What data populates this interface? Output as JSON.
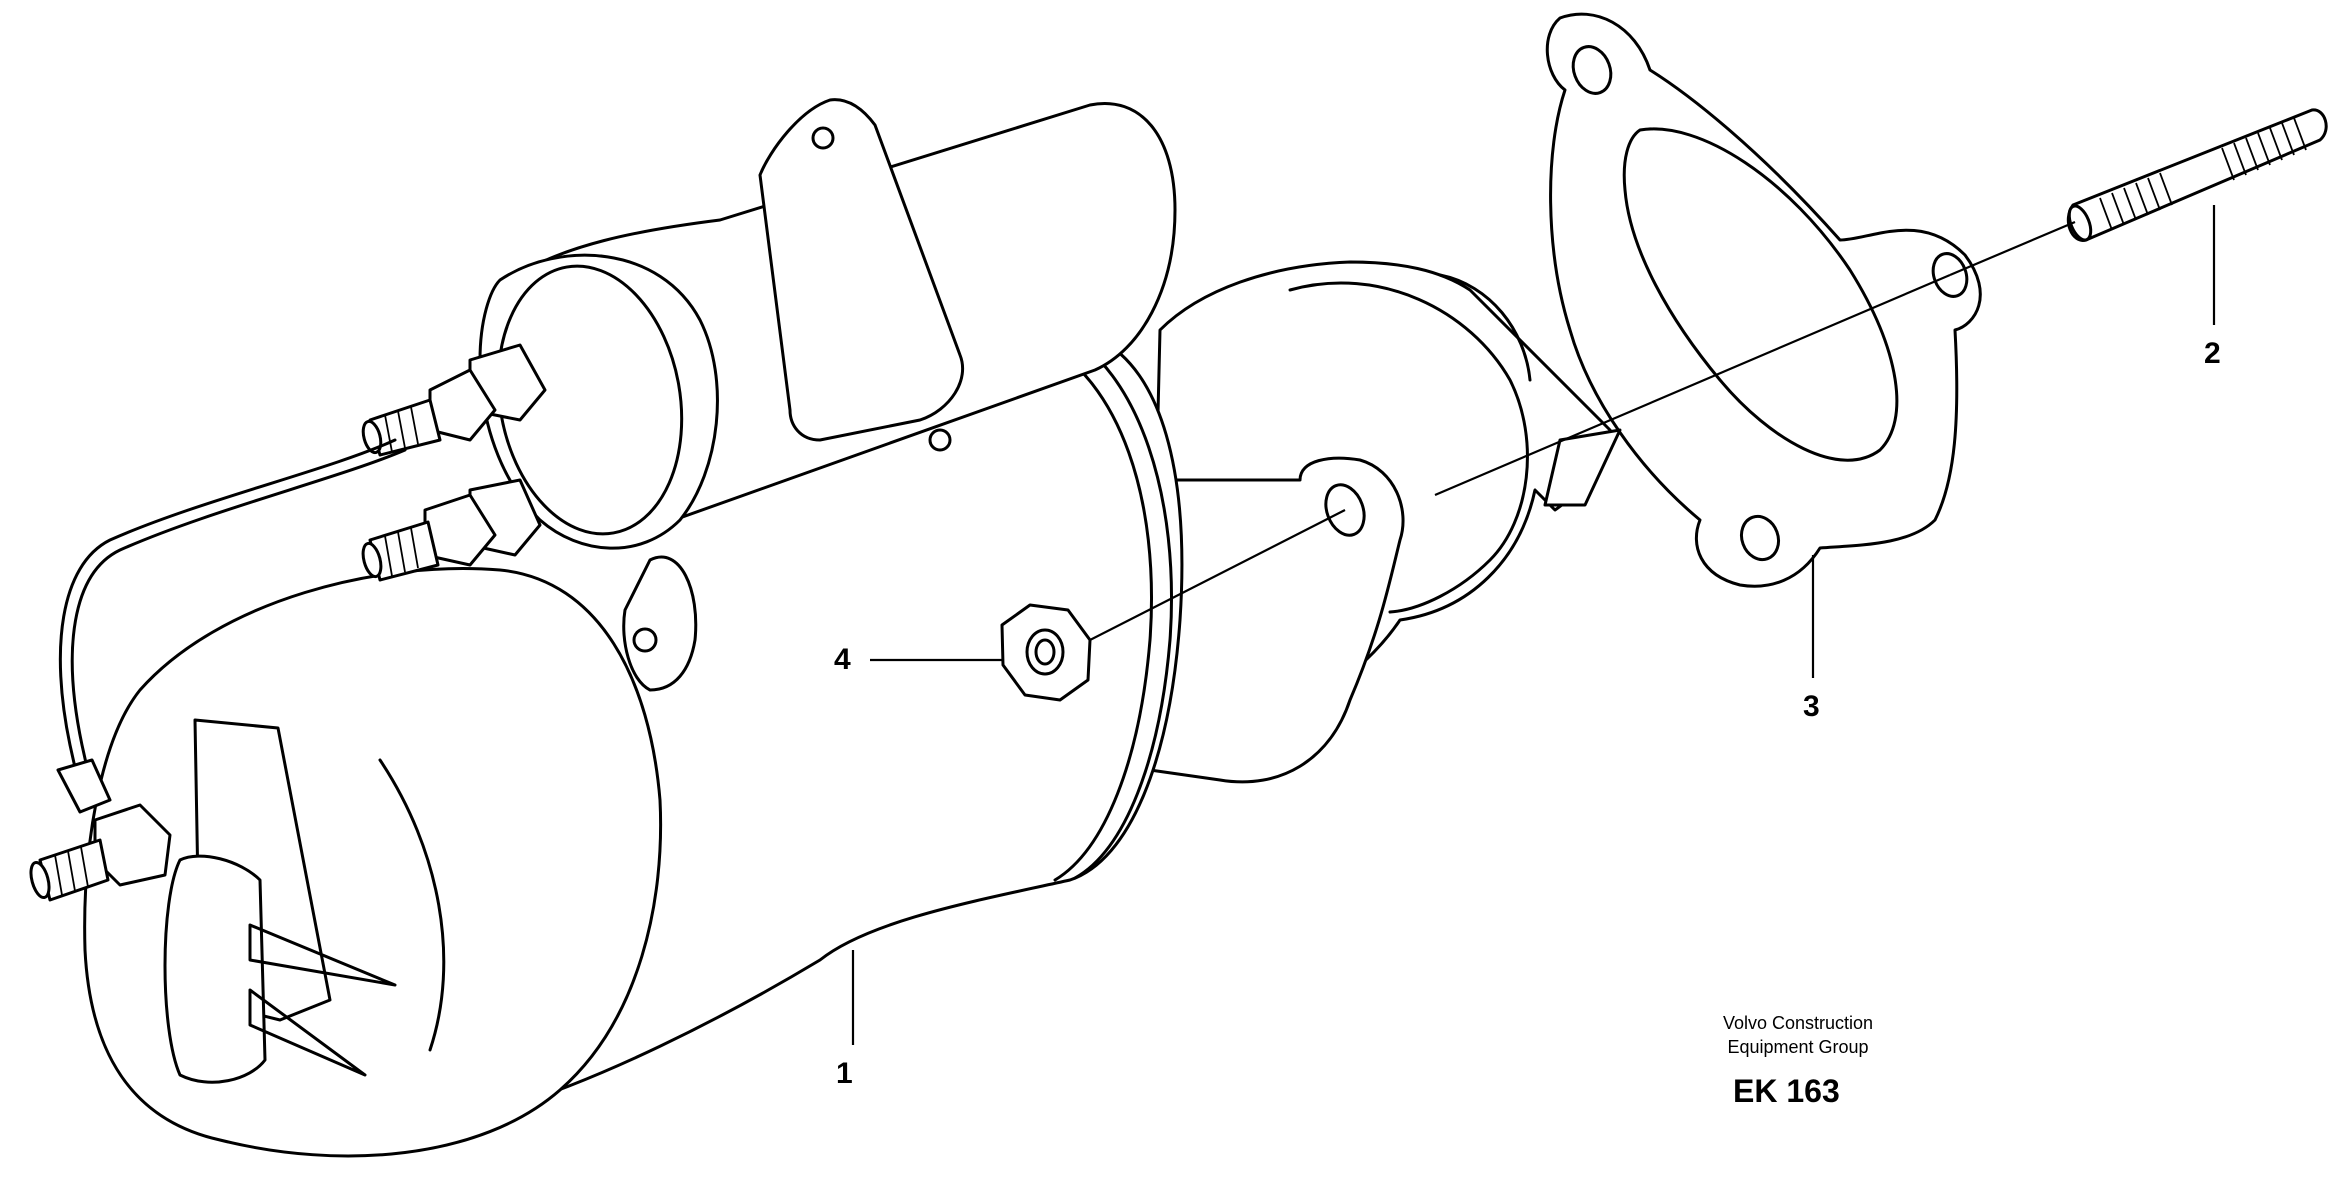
{
  "callouts": {
    "c1": "1",
    "c2": "2",
    "c3": "3",
    "c4": "4"
  },
  "footer": {
    "company_line1": "Volvo Construction",
    "company_line2": "Equipment Group",
    "code": "EK 163"
  }
}
